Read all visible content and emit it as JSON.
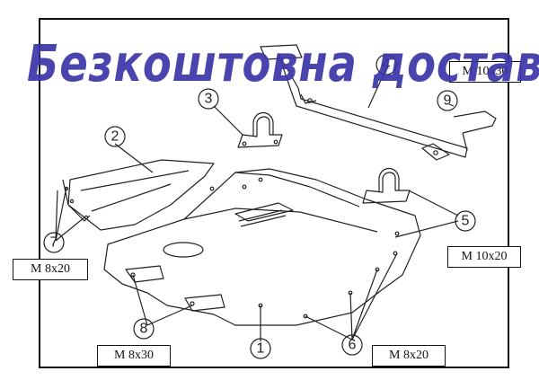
{
  "promo_text": "Безкоштовна доставка",
  "labels": {
    "m10x30": "M 10x30",
    "m8x20_left": "M 8x20",
    "m10x20": "M 10x20",
    "m8x30": "M 8x30",
    "m8x20_bottom": "M 8x20"
  },
  "callouts": [
    "1",
    "2",
    "3",
    "4",
    "5",
    "6",
    "7",
    "8",
    "9"
  ],
  "colors": {
    "promo": "#3b35a9",
    "line": "#222222"
  }
}
